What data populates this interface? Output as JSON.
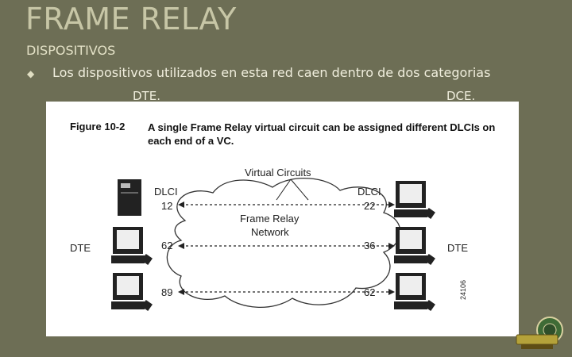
{
  "slide": {
    "title": "FRAME RELAY",
    "subtitle": "DISPOSITIVOS",
    "bullet_icon": "diamond-bullet-icon",
    "bullet_text": "Los dispositivos utilizados en esta red caen dentro de dos categorias",
    "sub_item_left": "DTE.",
    "sub_item_right": "DCE."
  },
  "figure": {
    "number": "Figure 10-2",
    "caption": "A single Frame Relay virtual circuit can be assigned different DLCIs on each end of a VC.",
    "virtual_circuits_label": "Virtual Circuits",
    "network_label_line1": "Frame Relay",
    "network_label_line2": "Network",
    "left_dlci_label": "DLCI",
    "right_dlci_label": "DLCI",
    "left_dte_label": "DTE",
    "right_dte_label": "DTE",
    "left_dlcis": [
      "12",
      "62",
      "89"
    ],
    "right_dlcis": [
      "22",
      "36",
      "62"
    ],
    "figure_id": "24106",
    "icons": [
      "server-icon",
      "workstation-icon",
      "cloud-icon"
    ]
  },
  "colors": {
    "background": "#6d6e55",
    "title": "#c7c6a6",
    "text": "#f0eedd"
  }
}
